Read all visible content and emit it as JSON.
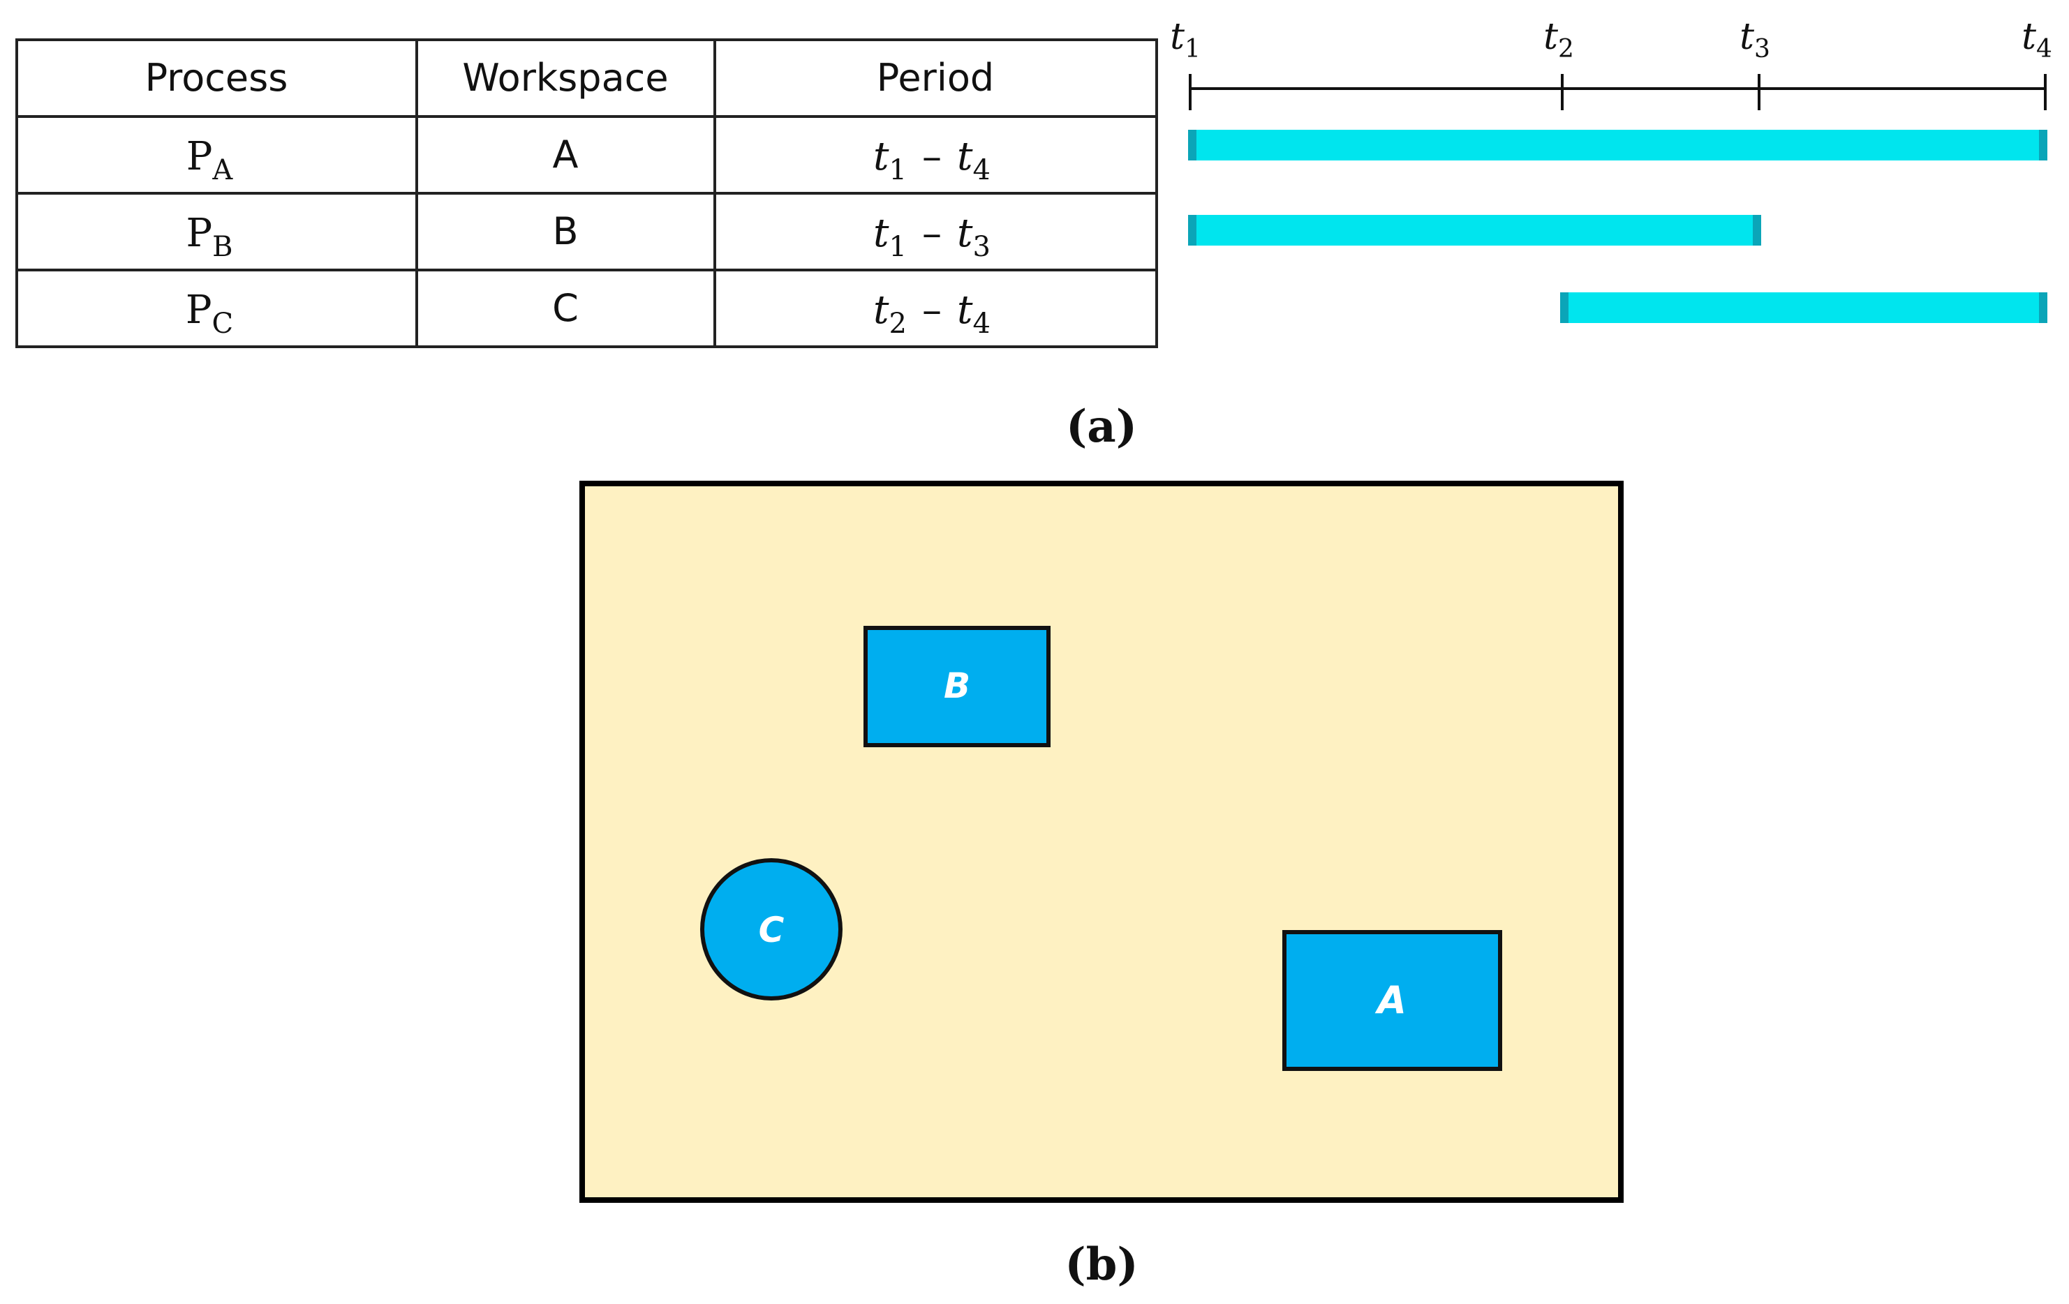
{
  "table": {
    "headers": [
      "Process",
      "Workspace",
      "Period"
    ],
    "rows": [
      {
        "process": "P",
        "process_sub": "A",
        "workspace": "A",
        "from": "t",
        "from_sub": "1",
        "dash": "–",
        "to": "t",
        "to_sub": "4"
      },
      {
        "process": "P",
        "process_sub": "B",
        "workspace": "B",
        "from": "t",
        "from_sub": "1",
        "dash": "–",
        "to": "t",
        "to_sub": "3"
      },
      {
        "process": "P",
        "process_sub": "C",
        "workspace": "C",
        "from": "t",
        "from_sub": "2",
        "dash": "–",
        "to": "t",
        "to_sub": "4"
      }
    ]
  },
  "timeline": {
    "ticks": [
      {
        "symbol": "t",
        "sub": "1"
      },
      {
        "symbol": "t",
        "sub": "2"
      },
      {
        "symbol": "t",
        "sub": "3"
      },
      {
        "symbol": "t",
        "sub": "4"
      }
    ],
    "bars": [
      {
        "process": "A",
        "start": 1,
        "end": 4
      },
      {
        "process": "B",
        "start": 1,
        "end": 3
      },
      {
        "process": "C",
        "start": 2,
        "end": 4
      }
    ],
    "bar_color": "#00E5EE",
    "bar_cap_color": "#0BA5B8"
  },
  "captions": {
    "a": "(a)",
    "b": "(b)"
  },
  "layout_panel": {
    "background": "#FEF1C2",
    "shape_fill": "#00AEEF",
    "workspaces": [
      {
        "label": "B",
        "shape": "rectangle"
      },
      {
        "label": "C",
        "shape": "circle"
      },
      {
        "label": "A",
        "shape": "rectangle"
      }
    ]
  }
}
